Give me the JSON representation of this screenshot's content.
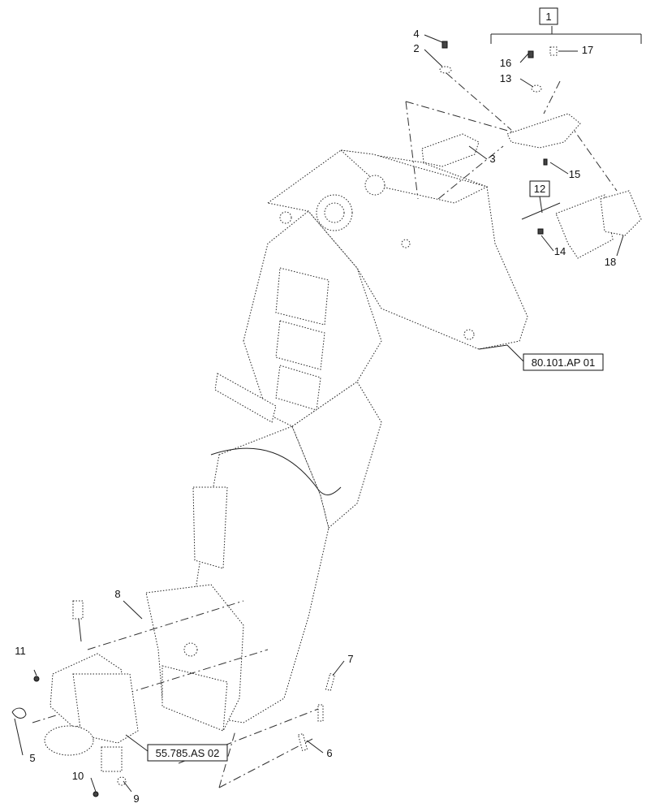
{
  "diagram": {
    "callouts": {
      "c1": "1",
      "c2": "2",
      "c3": "3",
      "c4": "4",
      "c5": "5",
      "c6": "6",
      "c7": "7",
      "c8": "8",
      "c9": "9",
      "c10": "10",
      "c11": "11",
      "c12": "12",
      "c13": "13",
      "c14": "14",
      "c15": "15",
      "c16": "16",
      "c17": "17",
      "c18": "18"
    },
    "references": {
      "upper": "80.101.AP 01",
      "lower": "55.785.AS 02"
    }
  }
}
